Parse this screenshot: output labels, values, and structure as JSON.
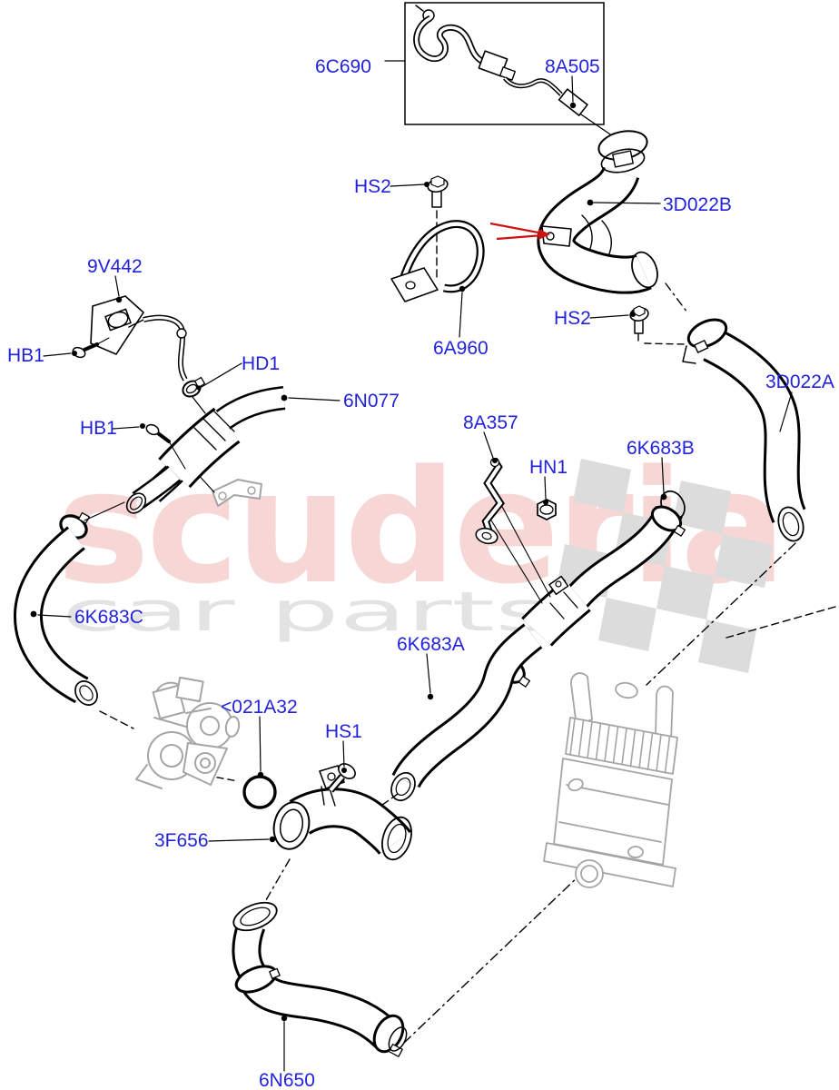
{
  "page": {
    "background": "#ffffff"
  },
  "watermark": {
    "brand_text": "scuderia",
    "sub_text": "car parts",
    "brand_color": "#f7d6d6",
    "sub_color": "#e3e3e3",
    "flag_color": "#dcdcdc"
  },
  "diagram": {
    "label_color": "#2222dd",
    "line_color": "#000000",
    "ghost_color": "#a5a5a5",
    "arrow_color": "#cc1111",
    "parts": [
      {
        "label": "6C690"
      },
      {
        "label": "8A505"
      },
      {
        "label": "HS2"
      },
      {
        "label": "3D022B"
      },
      {
        "label": "9V442"
      },
      {
        "label": "HB1"
      },
      {
        "label": "HD1"
      },
      {
        "label": "6N077"
      },
      {
        "label": "HS2"
      },
      {
        "label": "6A960"
      },
      {
        "label": "3D022A"
      },
      {
        "label": "8A357"
      },
      {
        "label": "HN1"
      },
      {
        "label": "6K683B"
      },
      {
        "label": "6K683C"
      },
      {
        "label": "6K683A"
      },
      {
        "label": "<021A32"
      },
      {
        "label": "HS1"
      },
      {
        "label": "3F656"
      },
      {
        "label": "6N650"
      },
      {
        "label": "HB1"
      }
    ]
  }
}
